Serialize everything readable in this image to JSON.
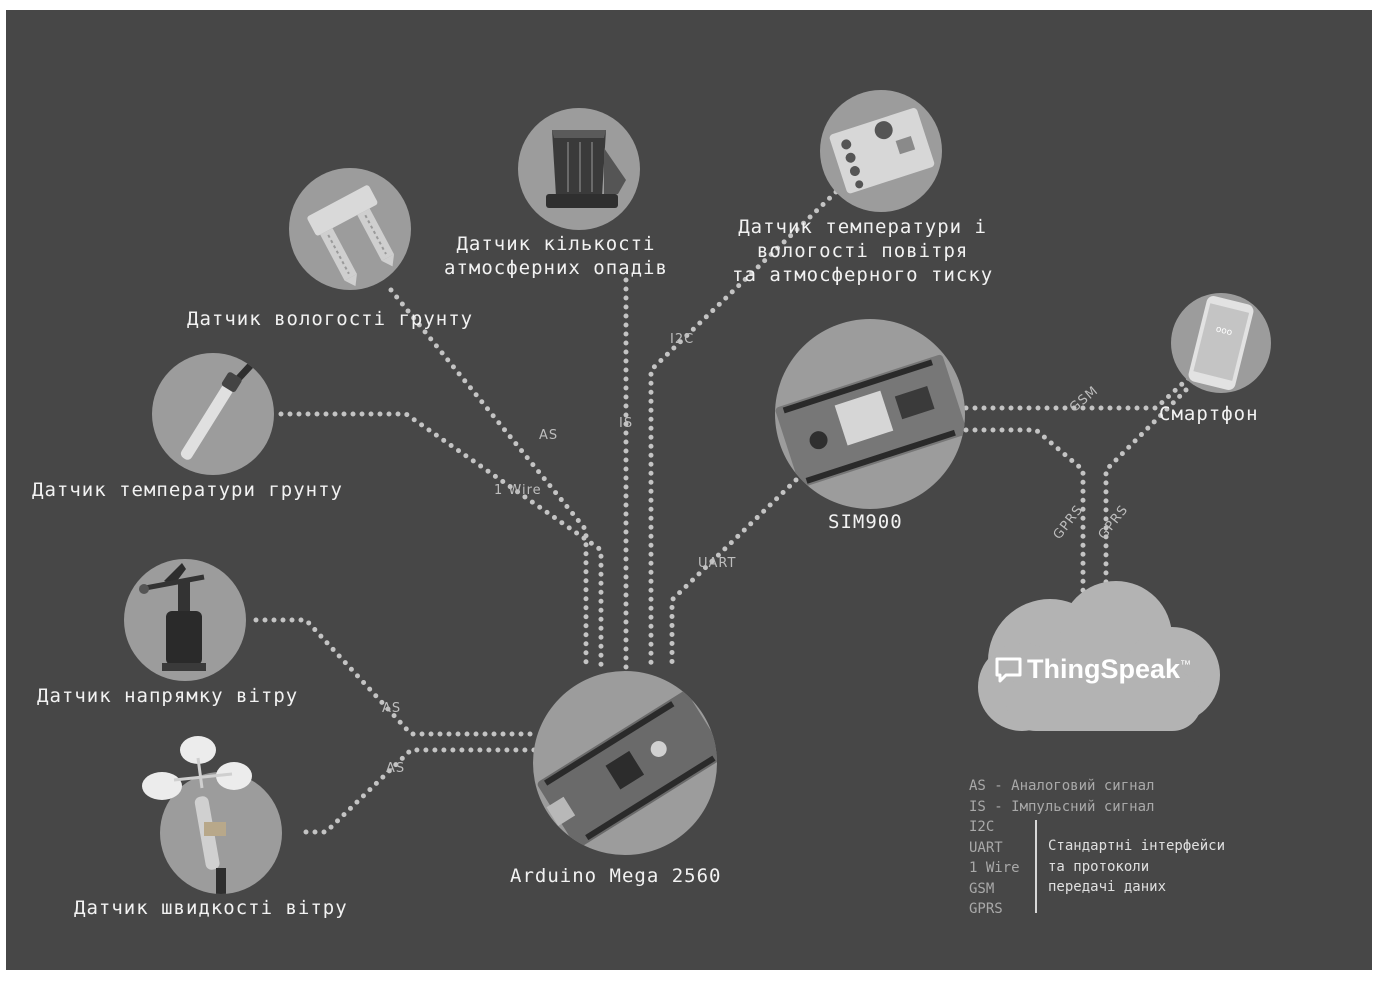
{
  "colors": {
    "background": "#474747",
    "node_fill": "#9c9c9c",
    "wire": "#bfbfbf",
    "cloud": "#b3b3b3"
  },
  "labels": {
    "soil_moisture": "Датчик вологості грунту",
    "rain": [
      "Датчик кількості",
      "атмосферних опадів"
    ],
    "air_temp": [
      "Датчик температури і",
      "вологості повітря",
      "та атмосферного тиску"
    ],
    "soil_temp": "Датчик температури грунту",
    "wind_dir": "Датчик напрямку вітру",
    "wind_speed": "Датчик швидкості вітру",
    "arduino": "Arduino Mega 2560",
    "sim900": "SIM900",
    "smartphone": "Смартфон",
    "thingspeak": "ThingSpeak",
    "thingspeak_tm": "™"
  },
  "protocols": {
    "i2c": "I2C",
    "is": "IS",
    "as_soil": "AS",
    "one_wire": "1 Wire",
    "uart": "UART",
    "gsm": "GSM",
    "gprs_1": "GPRS",
    "gprs_2": "GPRS",
    "as_dir": "AS",
    "as_speed": "AS"
  },
  "legend": {
    "lines": [
      "AS - Аналоговий сигнал",
      "IS - Імпульсний сигнал",
      "I2C",
      "UART",
      "1 Wire",
      "GSM",
      "GPRS"
    ],
    "right": [
      "Стандартні інтерфейси",
      "та протоколи",
      "передачі даних"
    ]
  },
  "icons": [
    "soil-moisture-probe-icon",
    "rain-gauge-icon",
    "bme280-board-icon",
    "temperature-probe-icon",
    "wind-vane-icon",
    "anemometer-icon",
    "arduino-board-icon",
    "sim900-board-icon",
    "smartphone-icon",
    "chat-bubble-icon"
  ]
}
